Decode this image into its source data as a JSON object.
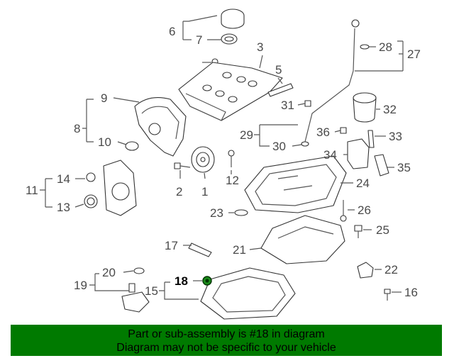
{
  "callouts": [
    "1",
    "2",
    "3",
    "5",
    "6",
    "7",
    "8",
    "9",
    "10",
    "11",
    "12",
    "13",
    "14",
    "15",
    "16",
    "17",
    "18",
    "19",
    "20",
    "21",
    "22",
    "23",
    "24",
    "25",
    "26",
    "27",
    "28",
    "29",
    "30",
    "31",
    "32",
    "33",
    "34",
    "35",
    "36"
  ],
  "highlight_part": "18",
  "banner": {
    "line1": "Part or sub-assembly is #18 in diagram",
    "line2": "Diagram may not be specific to your vehicle"
  },
  "colors": {
    "banner_bg": "#007a00",
    "line": "#555555",
    "label": "#4a4a4a",
    "highlight_part": "#006400"
  }
}
